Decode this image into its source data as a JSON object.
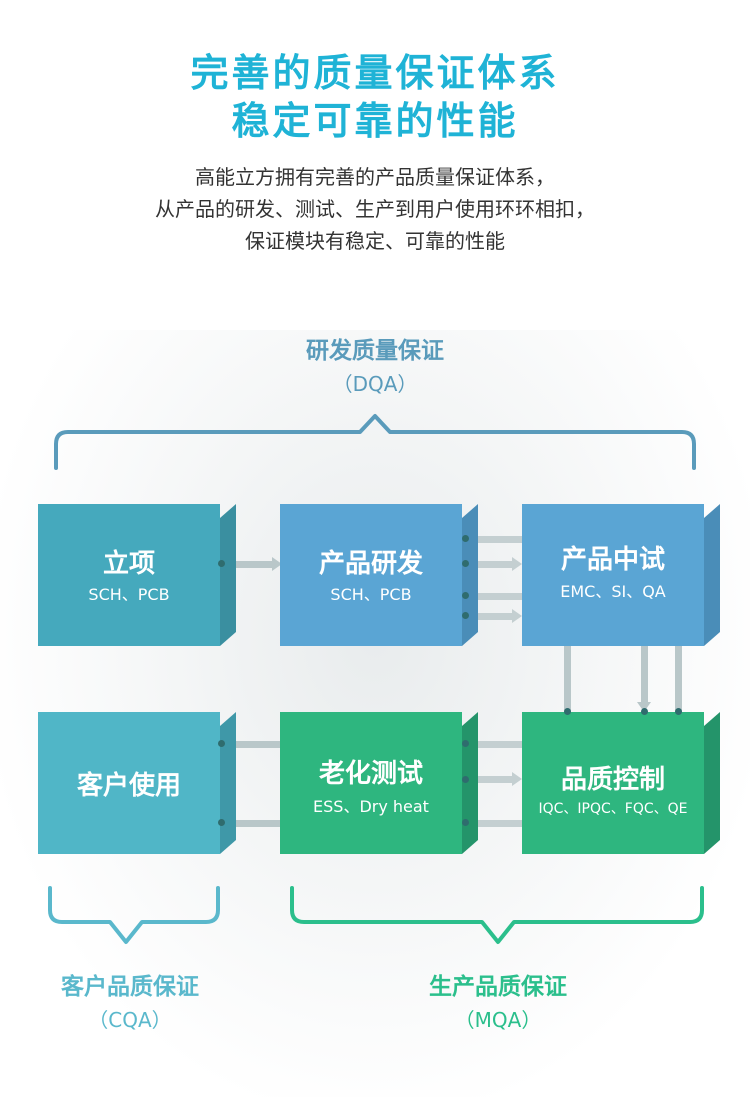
{
  "header": {
    "title_line1": "完善的质量保证体系",
    "title_line2": "稳定可靠的性能",
    "intro_line1": "高能立方拥有完善的产品质量保证体系，",
    "intro_line2": "从产品的研发、测试、生产到用户使用环环相扣，",
    "intro_line3": "保证模块有稳定、可靠的性能"
  },
  "dqa": {
    "label": "研发质量保证",
    "sub": "（DQA）",
    "color": "#5a9bbb"
  },
  "cqa": {
    "label": "客户品质保证",
    "sub": "（CQA）",
    "color": "#5ab8cc"
  },
  "mqa": {
    "label": "生产品质保证",
    "sub": "（MQA）",
    "color": "#2bbf8c"
  },
  "boxes": {
    "project": {
      "name": "立项",
      "sub": "SCH、PCB",
      "color": "#45a9bd"
    },
    "rnd": {
      "name": "产品研发",
      "sub": "SCH、PCB",
      "color": "#5aa5d4"
    },
    "pilot": {
      "name": "产品中试",
      "sub": "EMC、SI、QA",
      "color": "#5aa5d4"
    },
    "customer": {
      "name": "客户使用",
      "sub": "",
      "color": "#50b6c7"
    },
    "aging": {
      "name": "老化测试",
      "sub": "ESS、Dry heat",
      "color": "#2eb67f"
    },
    "qc": {
      "name": "品质控制",
      "sub": "IQC、IPQC、FQC、QE",
      "color": "#2eb67f"
    }
  }
}
